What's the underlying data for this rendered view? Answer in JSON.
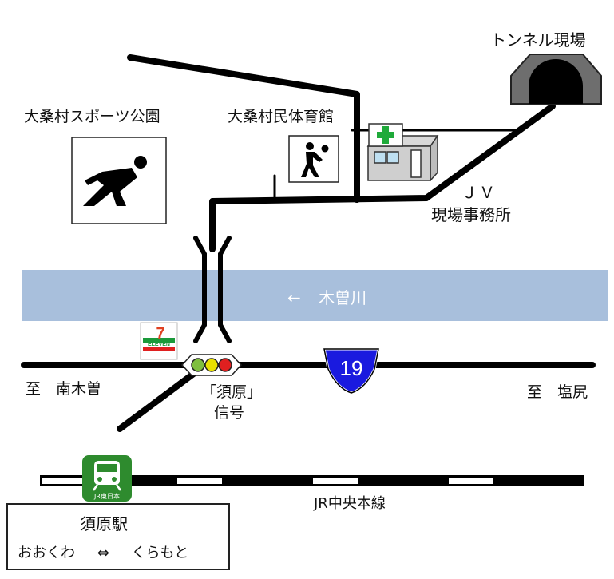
{
  "labels": {
    "tunnel": "トンネル現場",
    "sports_park": "大桑村スポーツ公園",
    "gym": "大桑村民体育館",
    "jv_line1": "ＪＶ",
    "jv_line2": "現場事務所",
    "river": "木曽川",
    "river_arrow": "←",
    "dir_left": "至　南木曽",
    "dir_right": "至　塩尻",
    "signal_line1": "「須原」",
    "signal_line2": "信号",
    "rail_line": "JR中央本線"
  },
  "route_shield": {
    "number": "19",
    "color": "#1a1adf"
  },
  "seven_eleven": {
    "text": "ELEVEN",
    "digit": "7"
  },
  "jr_icon": {
    "label": "JR東日本",
    "color": "#2e8b2e"
  },
  "station": {
    "name": "須原駅",
    "prev": "おおくわ",
    "arrow": "⇔",
    "next": "くらもと"
  },
  "colors": {
    "river": "#a8bfdc",
    "road": "#000000",
    "cross": "#1faa3a",
    "signal_green": "#7fbf3f",
    "signal_yellow": "#e8e000",
    "signal_red": "#e02020"
  }
}
